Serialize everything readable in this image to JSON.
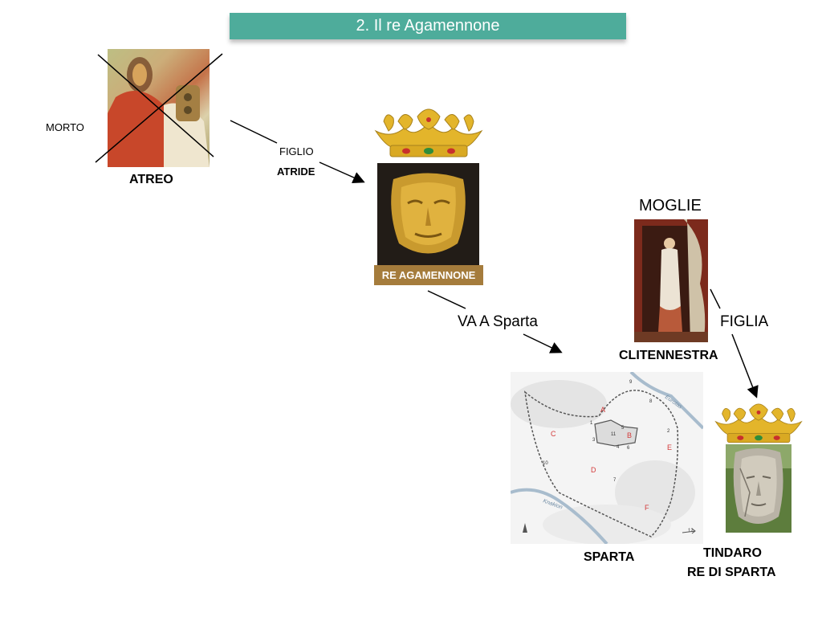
{
  "slide": {
    "title": "2. Il re Agamennone"
  },
  "atreo": {
    "status": "MORTO",
    "name": "ATREO"
  },
  "relation_son": {
    "label": "FIGLIO",
    "sub": "ATRIDE"
  },
  "agamemnon": {
    "name": "RE AGAMENNONE"
  },
  "journey": {
    "label": "VA A Sparta"
  },
  "clytemnestra": {
    "relation": "MOGLIE",
    "name": "CLITENNESTRA"
  },
  "relation_daughter": {
    "label": "FIGLIA"
  },
  "sparta": {
    "name": "SPARTA",
    "map_labels": [
      "A",
      "B",
      "C",
      "D",
      "E",
      "F"
    ],
    "map_numbers": [
      "1",
      "2",
      "3",
      "4",
      "5",
      "6",
      "7",
      "8",
      "9",
      "10",
      "11",
      "12"
    ],
    "river_eurotas": "Eurotas",
    "river_knakion": "Knakion"
  },
  "tindaro": {
    "name": "TINDARO",
    "title": "RE DI SPARTA"
  },
  "colors": {
    "title_bar": "#4eac9b",
    "banner": "#a57c3c",
    "crown": "#e3b52b",
    "map_label": "#d33b3b"
  }
}
